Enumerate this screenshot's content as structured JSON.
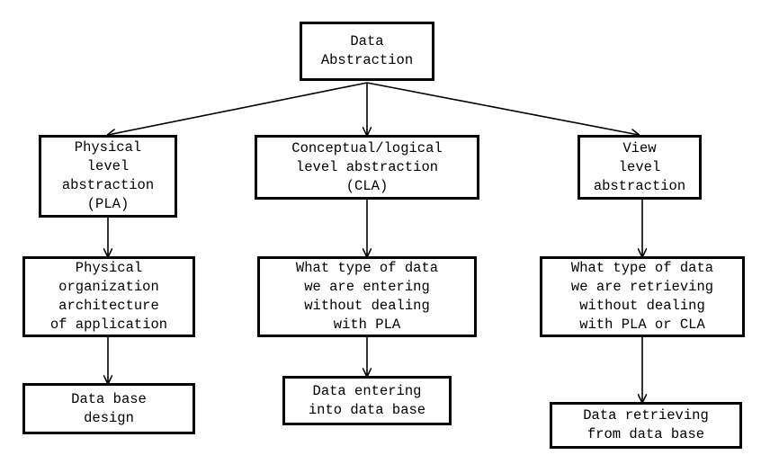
{
  "diagram": {
    "root": "Data\nAbstraction",
    "branches": [
      {
        "level": "Physical\nlevel\nabstraction\n(PLA)",
        "detail": "Physical\norganization\narchitecture\nof application",
        "result": "Data base\ndesign"
      },
      {
        "level": "Conceptual/logical\nlevel abstraction\n(CLA)",
        "detail": "What type of data\nwe are entering\nwithout dealing\nwith PLA",
        "result": "Data entering\ninto data base"
      },
      {
        "level": "View\nlevel\nabstraction",
        "detail": "What type of data\nwe are retrieving\nwithout dealing\nwith PLA or CLA",
        "result": "Data retrieving\nfrom data base"
      }
    ],
    "colors": {
      "stroke": "#000000",
      "background": "#ffffff"
    }
  }
}
